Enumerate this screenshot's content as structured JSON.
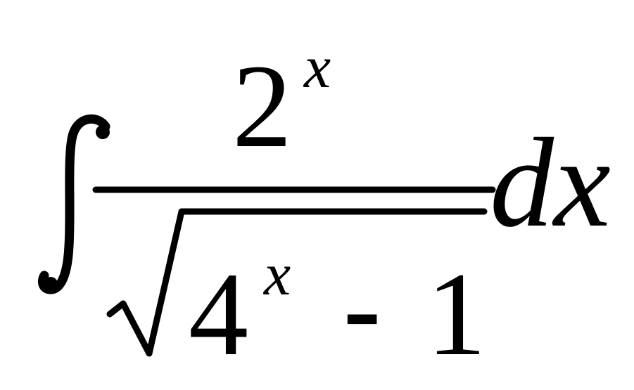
{
  "formula": {
    "numerator": {
      "base": "2",
      "exponent": "x"
    },
    "denominator": {
      "base": "4",
      "exponent": "x",
      "operator": "-",
      "constant": "1"
    },
    "differential": "dx"
  }
}
